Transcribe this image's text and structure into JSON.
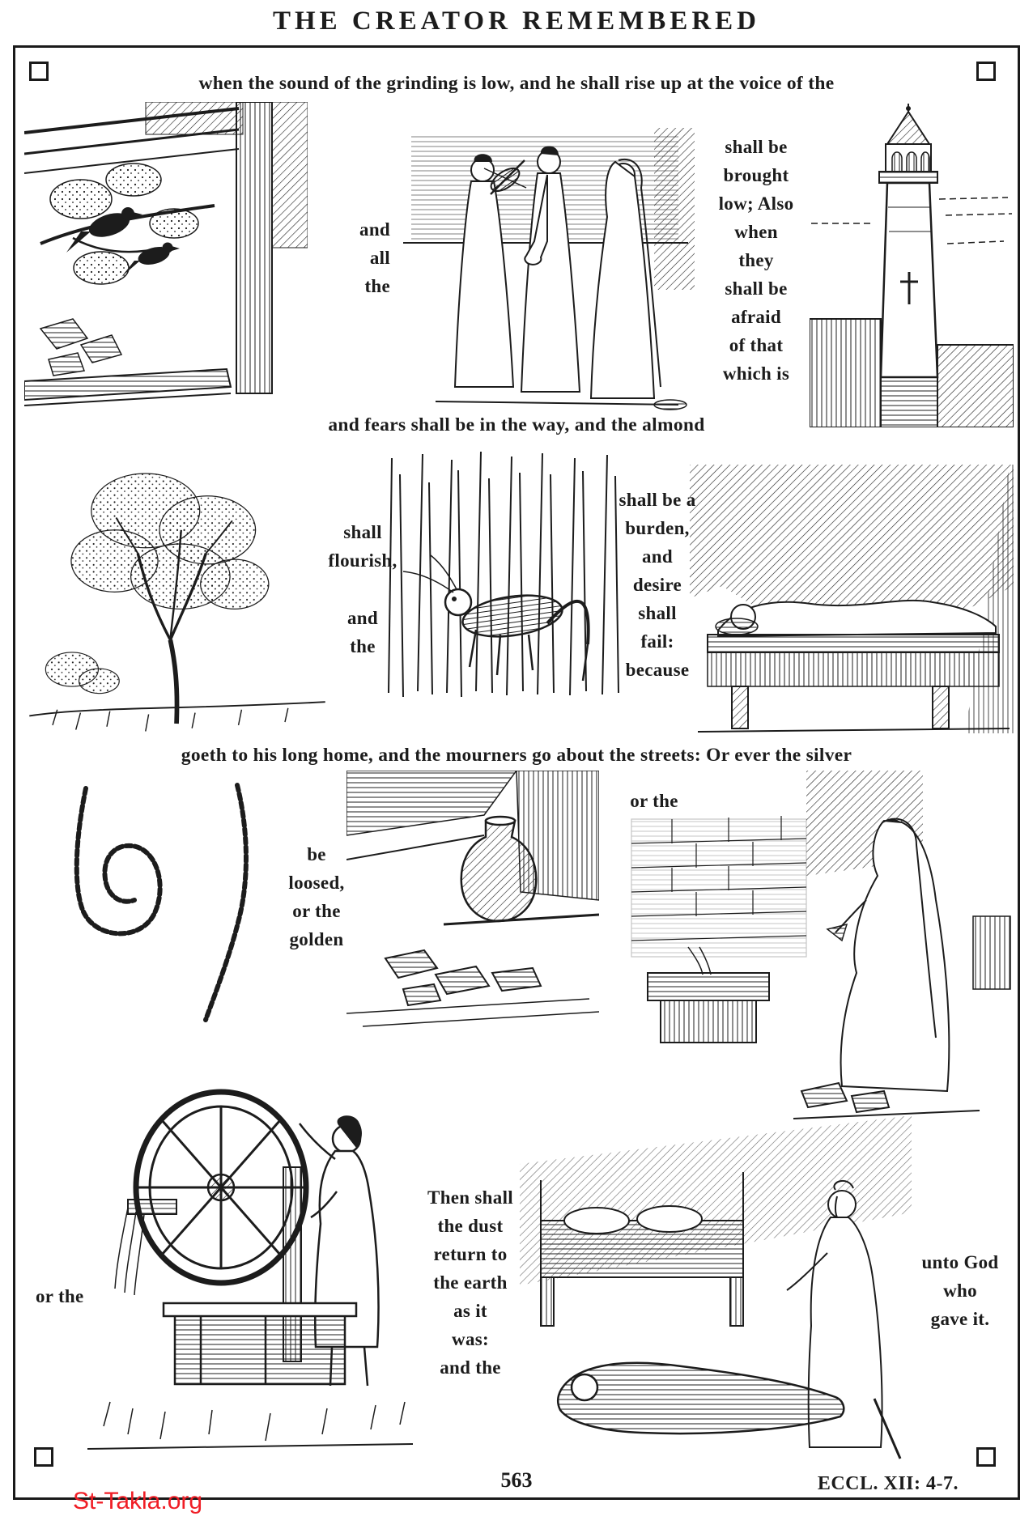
{
  "page": {
    "title": "THE CREATOR REMEMBERED",
    "page_number": "563",
    "reference": "ECCL. XII: 4-7.",
    "watermark": "St-Takla.org"
  },
  "colors": {
    "ink": "#1c1c1c",
    "watermark_red": "#f01e26",
    "paper": "#ffffff"
  },
  "verse": {
    "line_top": "when the sound of the grinding is low, and he shall rise up at the voice of the",
    "and_all_the": "and\nall\nthe",
    "brought_low": "shall be\nbrought\nlow; Also\nwhen\nthey\nshall be\nafraid\nof that\nwhich is",
    "line_almond": "and fears shall be in the way, and the almond",
    "shall_flourish": "shall\nflourish,",
    "and_the": "and\nthe",
    "burden": "shall be a\nburden,\nand\ndesire\nshall\nfail:\nbecause",
    "line_mourners": "goeth to his long home, and the mourners go about the streets: Or ever the silver",
    "be_loosed": "be\nloosed,\nor the\ngolden",
    "or_the": "or the",
    "then_shall": "Then shall\nthe dust\nreturn to\nthe earth\nas it\nwas:\nand the",
    "unto_god": "unto God\nwho\ngave it."
  },
  "illustrations": {
    "birds": "birds-at-the-window",
    "musicians": "daughters-of-music",
    "tower": "high-tower",
    "tree": "almond-tree",
    "grasshopper": "grasshopper",
    "deathbed": "man-on-his-deathbed",
    "cord": "silver-cord",
    "bowl": "golden-bowl",
    "fountain": "pitcher-broken-at-the-fountain",
    "wheel": "wheel-broken-at-the-cistern",
    "spirit": "spirit-returning-to-god"
  }
}
